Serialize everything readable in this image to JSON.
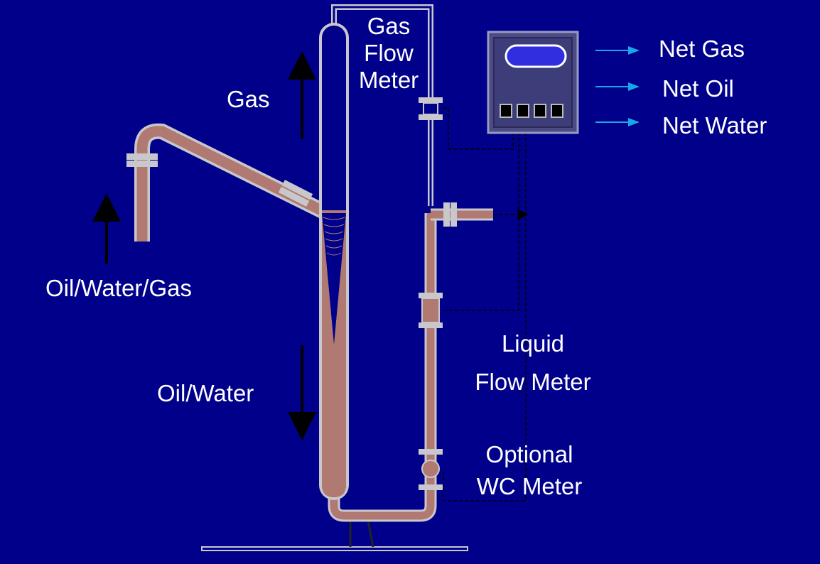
{
  "labels": {
    "gas_flow_meter": [
      "Gas",
      "Flow",
      "Meter"
    ],
    "gas": "Gas",
    "oil_water_gas": "Oil/Water/Gas",
    "oil_water": "Oil/Water",
    "liquid_flow_meter": [
      "Liquid",
      "Flow Meter"
    ],
    "optional_wc_meter": [
      "Optional",
      "WC Meter"
    ]
  },
  "outputs": [
    "Net Gas",
    "Net Oil",
    "Net Water"
  ],
  "colors": {
    "background": "#00008b",
    "pipe_outline": "#c8c8cc",
    "fluid": "#b07a72",
    "gas_space": "#00008b",
    "display_panel": "#4b4b86",
    "display_screen": "#2f2fe0",
    "output_arrow": "#1aa6e8",
    "text": "#ffffff"
  },
  "icons": [
    "up-arrow-icon",
    "down-arrow-icon",
    "output-arrow-icon",
    "flange-icon"
  ]
}
